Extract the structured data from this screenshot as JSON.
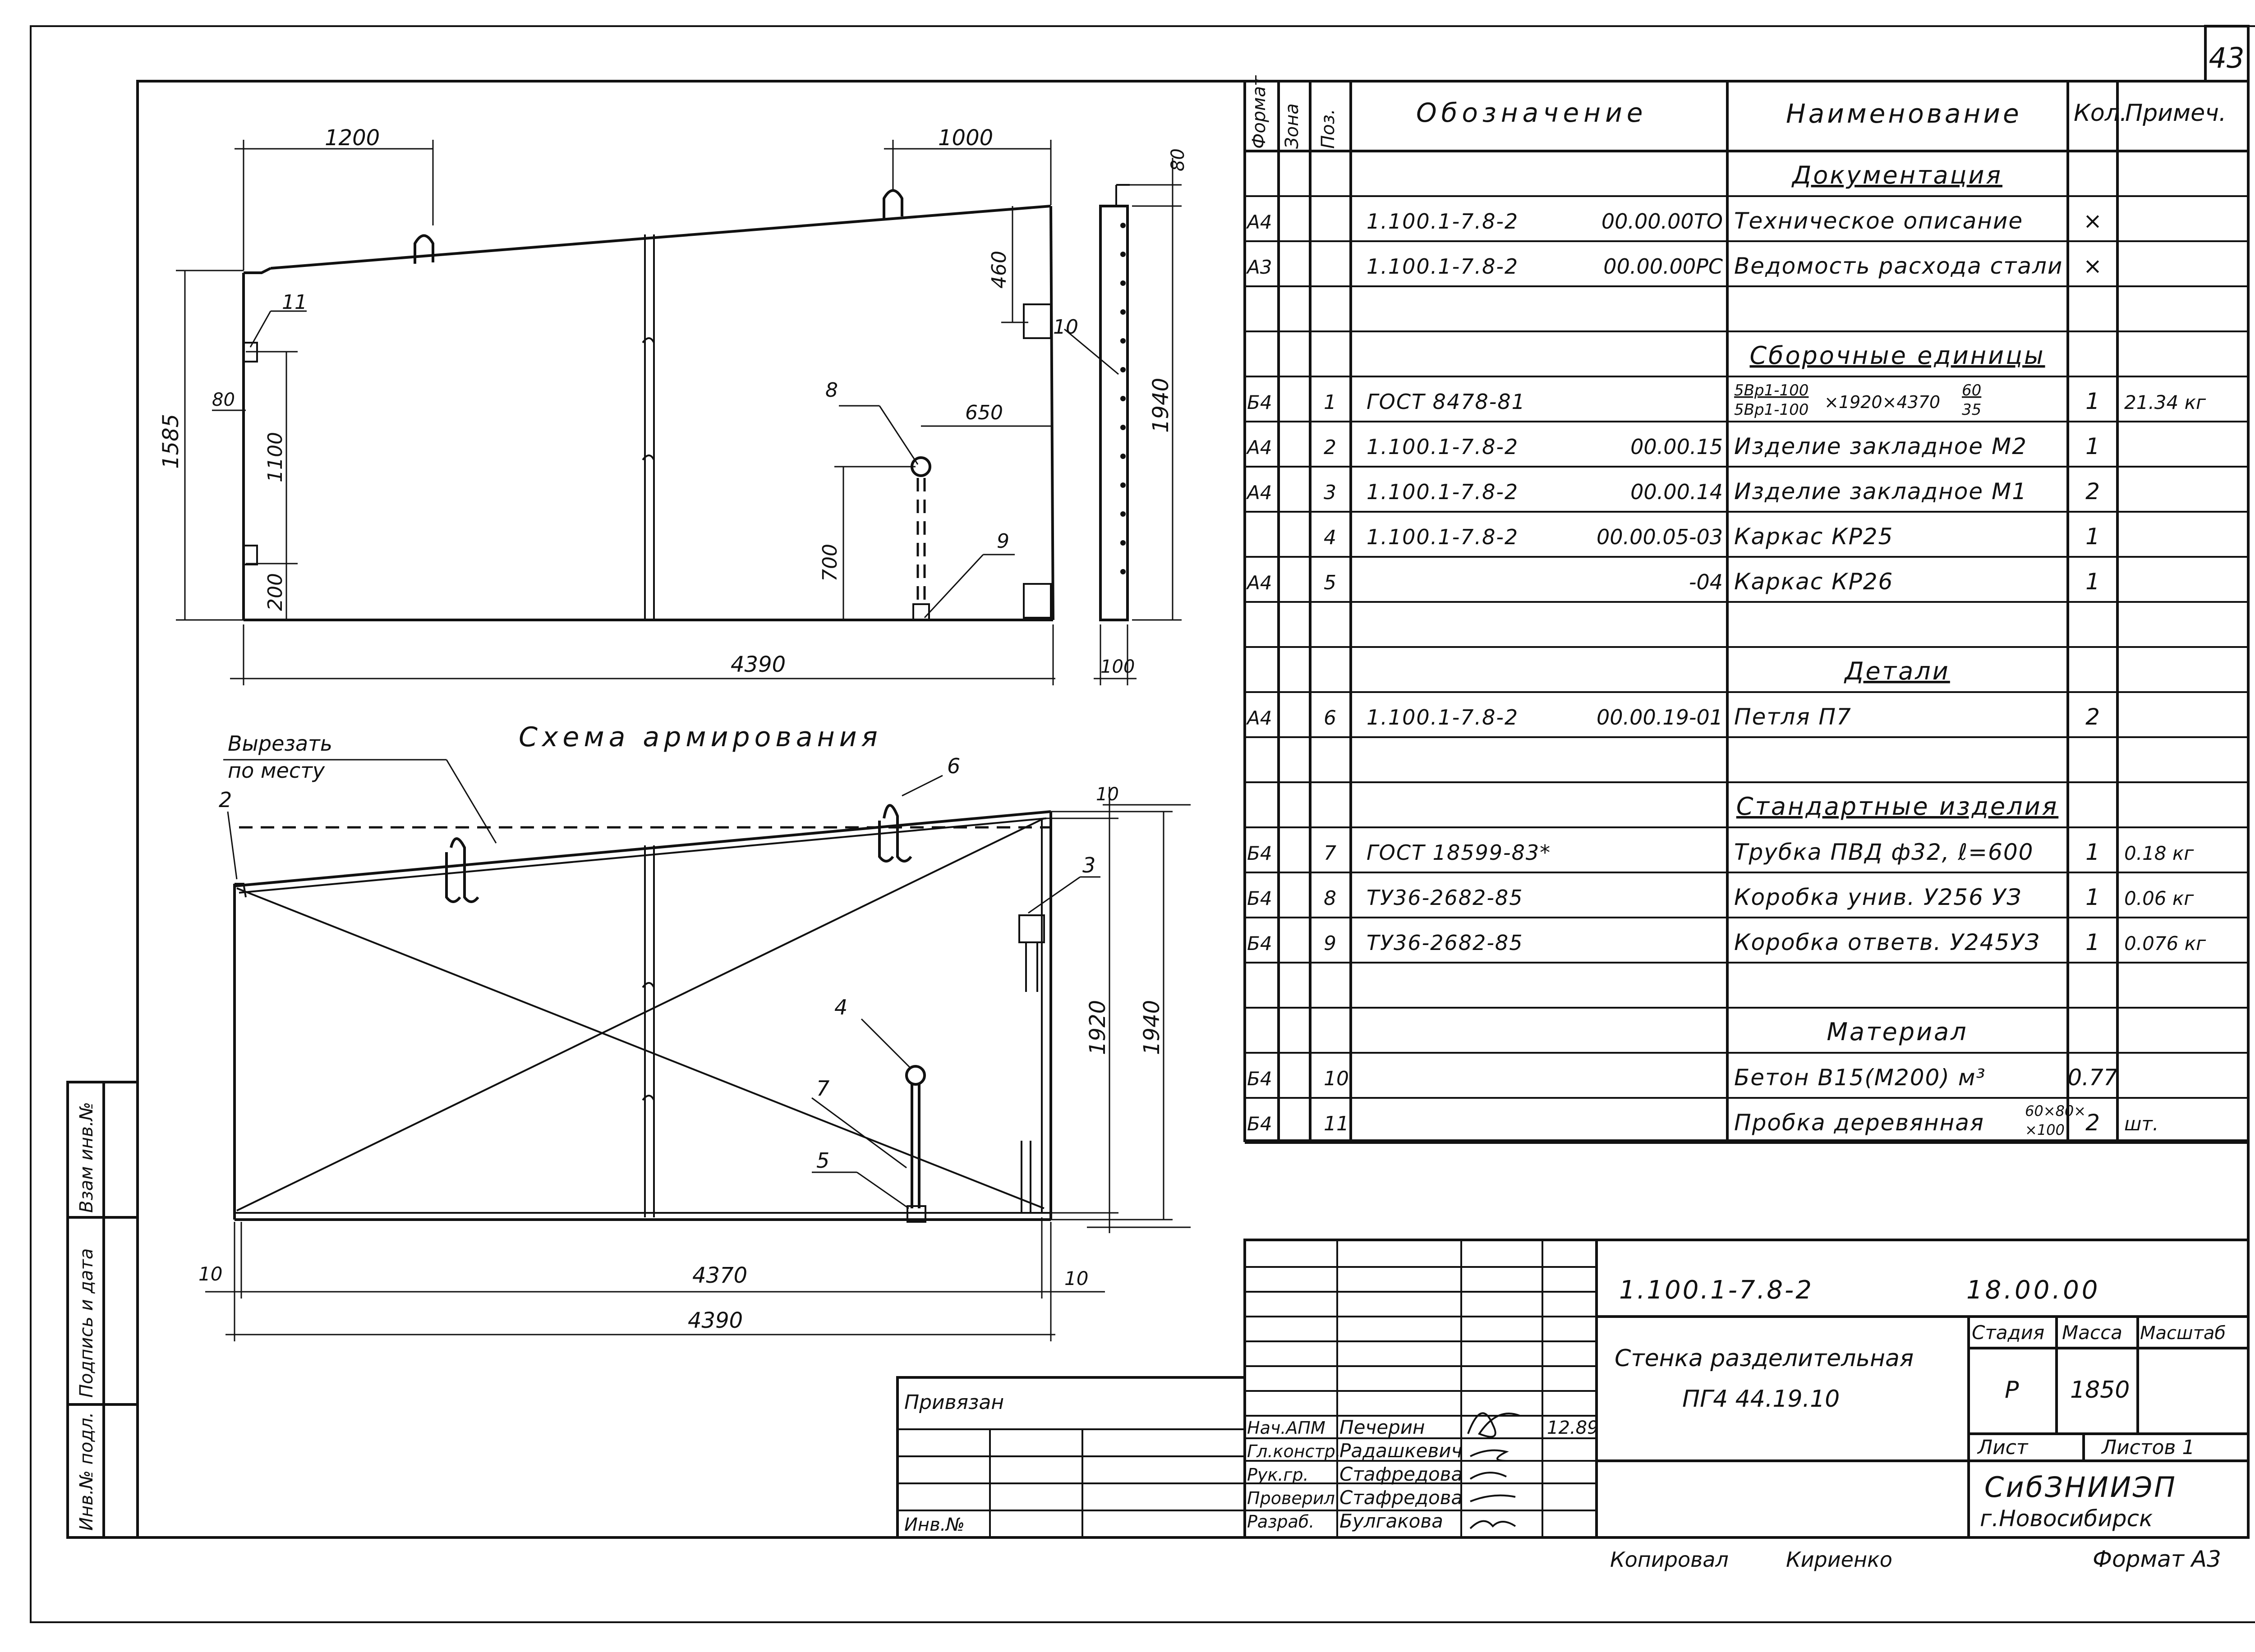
{
  "sheet_number": "43",
  "spec": {
    "headers": {
      "format": "Формат",
      "zone": "Зона",
      "pos": "Поз.",
      "designation": "Обозначение",
      "name": "Наименование",
      "qty": "Кол.",
      "note": "Примеч."
    },
    "rows": [
      {
        "kind": "section",
        "name": "Документация"
      },
      {
        "kind": "item",
        "format": "А4",
        "pos": "",
        "code": "1.100.1-7.8-2",
        "num": "00.00.00ТО",
        "name": "Техническое описание",
        "qty": "×",
        "note": ""
      },
      {
        "kind": "item",
        "format": "А3",
        "pos": "",
        "code": "1.100.1-7.8-2",
        "num": "00.00.00РС",
        "name": "Ведомость расхода стали",
        "qty": "×",
        "note": ""
      },
      {
        "kind": "blank"
      },
      {
        "kind": "section",
        "name": "Сборочные единицы"
      },
      {
        "kind": "item",
        "format": "Б4",
        "pos": "1",
        "code": "ГОСТ 8478-81",
        "num": "",
        "name": "",
        "qty": "1",
        "note": "21.34 кг",
        "formula": true
      },
      {
        "kind": "item",
        "format": "А4",
        "pos": "2",
        "code": "1.100.1-7.8-2",
        "num": "00.00.15",
        "name": "Изделие закладное М2",
        "qty": "1",
        "note": ""
      },
      {
        "kind": "item",
        "format": "А4",
        "pos": "3",
        "code": "1.100.1-7.8-2",
        "num": "00.00.14",
        "name": "Изделие закладное М1",
        "qty": "2",
        "note": ""
      },
      {
        "kind": "item",
        "format": "",
        "pos": "4",
        "code": "1.100.1-7.8-2",
        "num": "00.00.05-03",
        "name": "Каркас КР25",
        "qty": "1",
        "note": ""
      },
      {
        "kind": "item",
        "format": "А4",
        "pos": "5",
        "code": "",
        "num": "-04",
        "name": "Каркас КР26",
        "qty": "1",
        "note": ""
      },
      {
        "kind": "blank"
      },
      {
        "kind": "section",
        "name": "Детали"
      },
      {
        "kind": "item",
        "format": "А4",
        "pos": "6",
        "code": "1.100.1-7.8-2",
        "num": "00.00.19-01",
        "name": "Петля П7",
        "qty": "2",
        "note": ""
      },
      {
        "kind": "blank"
      },
      {
        "kind": "section",
        "name": "Стандартные изделия"
      },
      {
        "kind": "item",
        "format": "Б4",
        "pos": "7",
        "code": "ГОСТ 18599-83*",
        "num": "",
        "name": "Трубка ПВД ф32, ℓ=600",
        "qty": "1",
        "note": "0.18 кг"
      },
      {
        "kind": "item",
        "format": "Б4",
        "pos": "8",
        "code": "ТУ36-2682-85",
        "num": "",
        "name": "Коробка унив. У256 УЗ",
        "qty": "1",
        "note": "0.06 кг"
      },
      {
        "kind": "item",
        "format": "Б4",
        "pos": "9",
        "code": "ТУ36-2682-85",
        "num": "",
        "name": "Коробка ответв. У245УЗ",
        "qty": "1",
        "note": "0.076 кг"
      },
      {
        "kind": "blank"
      },
      {
        "kind": "section_plain",
        "name": "Материал"
      },
      {
        "kind": "item",
        "format": "Б4",
        "pos": "10",
        "code": "",
        "num": "",
        "name": "Бетон В15(М200) м³",
        "qty": "0.77",
        "note": ""
      },
      {
        "kind": "item",
        "format": "Б4",
        "pos": "11",
        "code": "",
        "num": "",
        "name": "Пробка деревянная",
        "qty": "2",
        "note": "шт.",
        "size1": "60×80×",
        "size2": "×100"
      }
    ],
    "formula": {
      "top": "5Вр1-100",
      "bottom": "5Вр1-100",
      "mid": "×1920×4370",
      "frac_top": "60",
      "frac_bottom": "35"
    }
  },
  "drawing": {
    "title": "Схема армирования",
    "cut_note_1": "Вырезать",
    "cut_note_2": "по месту",
    "dims_top": {
      "d1200": "1200",
      "d1000": "1000",
      "d80top": "80",
      "d1585": "1585",
      "d80": "80",
      "d1100": "1100",
      "d200": "200",
      "d460": "460",
      "d650": "650",
      "d700": "700",
      "d1940": "1940",
      "d4390": "4390",
      "d100": "100"
    },
    "dims_bottom": {
      "d10a": "10",
      "d10b": "10",
      "d10c": "10",
      "d1920": "1920",
      "d1940": "1940",
      "d4370": "4370",
      "d4390": "4390"
    },
    "leaders_top": {
      "p11": "11",
      "p8": "8",
      "p9": "9",
      "p10": "10"
    },
    "leaders_bottom": {
      "p2": "2",
      "p6": "6",
      "p3": "3",
      "p4": "4",
      "p7": "7",
      "p5": "5"
    },
    "break_mark": "2"
  },
  "side_stamp": {
    "a": "Инв.№ подл.",
    "b": "Подпись и дата",
    "c": "Взам инв.№"
  },
  "binding": {
    "privyazan": "Привязан",
    "inv": "Инв.№"
  },
  "title_block": {
    "code": "1.100.1-7.8-2",
    "num": "18.00.00",
    "name1": "Стенка разделительная",
    "name2": "ПГ4 44.19.10",
    "stage_label": "Стадия",
    "mass_label": "Масса",
    "scale_label": "Масштаб",
    "stage": "Р",
    "mass": "1850",
    "sheet_label": "Лист",
    "sheets_label": "Листов 1",
    "org1": "СибЗНИИЭП",
    "org2": "г.Новосибирск",
    "date": "12.89",
    "people": [
      {
        "role": "Нач.АПМ",
        "name": "Печерин"
      },
      {
        "role": "Гл.констр.",
        "name": "Радашкевич"
      },
      {
        "role": "Рук.гр.",
        "name": "Стафредова"
      },
      {
        "role": "Проверил",
        "name": "Стафредова"
      },
      {
        "role": "Разраб.",
        "name": "Булгакова"
      }
    ]
  },
  "footer": {
    "copied": "Копировал",
    "copier": "Кириенко",
    "format": "Формат А3"
  }
}
